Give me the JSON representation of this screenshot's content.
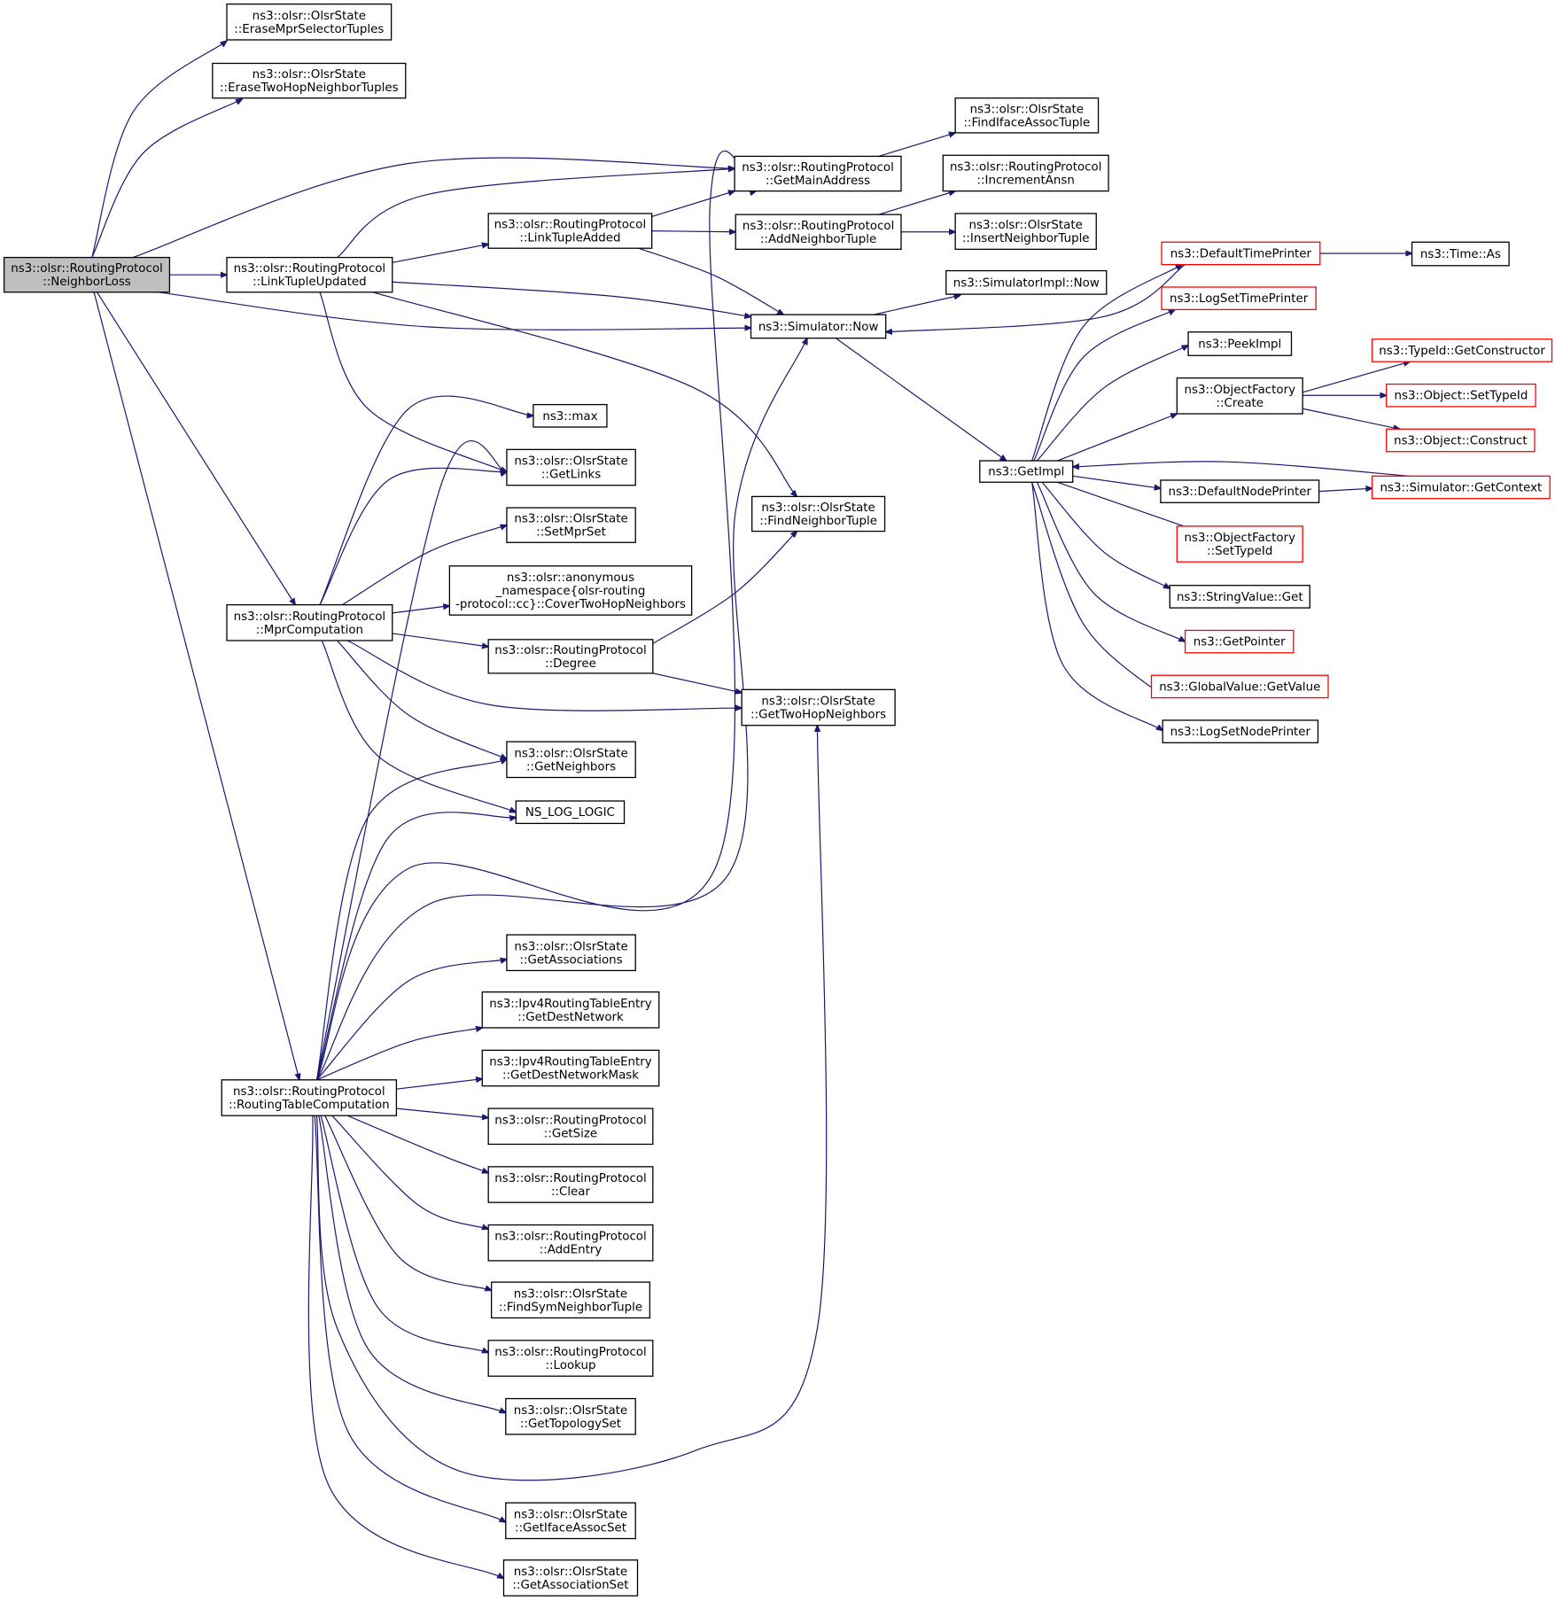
{
  "graph": {
    "type": "call-graph",
    "edge_color": "#191970",
    "root_fill": "#bfbfbf",
    "truncated_border_color": "#ff0000",
    "nodes": [
      {
        "id": "nl",
        "lines": [
          "ns3::olsr::RoutingProtocol",
          "::NeighborLoss"
        ],
        "root": true
      },
      {
        "id": "emst",
        "lines": [
          "ns3::olsr::OlsrState",
          "::EraseMprSelectorTuples"
        ]
      },
      {
        "id": "ethn",
        "lines": [
          "ns3::olsr::OlsrState",
          "::EraseTwoHopNeighborTuples"
        ]
      },
      {
        "id": "gma",
        "lines": [
          "ns3::olsr::RoutingProtocol",
          "::GetMainAddress"
        ]
      },
      {
        "id": "fiat",
        "lines": [
          "ns3::olsr::OlsrState",
          "::FindIfaceAssocTuple"
        ]
      },
      {
        "id": "ltu",
        "lines": [
          "ns3::olsr::RoutingProtocol",
          "::LinkTupleUpdated"
        ]
      },
      {
        "id": "lta",
        "lines": [
          "ns3::olsr::RoutingProtocol",
          "::LinkTupleAdded"
        ]
      },
      {
        "id": "ant",
        "lines": [
          "ns3::olsr::RoutingProtocol",
          "::AddNeighborTuple"
        ]
      },
      {
        "id": "ians",
        "lines": [
          "ns3::olsr::RoutingProtocol",
          "::IncrementAnsn"
        ]
      },
      {
        "id": "int",
        "lines": [
          "ns3::olsr::OlsrState",
          "::InsertNeighborTuple"
        ]
      },
      {
        "id": "simnow",
        "lines": [
          "ns3::Simulator::Now"
        ]
      },
      {
        "id": "siminow",
        "lines": [
          "ns3::SimulatorImpl::Now"
        ]
      },
      {
        "id": "dtp",
        "lines": [
          "ns3::DefaultTimePrinter"
        ],
        "truncated": true
      },
      {
        "id": "tas",
        "lines": [
          "ns3::Time::As"
        ]
      },
      {
        "id": "lstp",
        "lines": [
          "ns3::LogSetTimePrinter"
        ],
        "truncated": true
      },
      {
        "id": "peek",
        "lines": [
          "ns3::PeekImpl"
        ]
      },
      {
        "id": "ofc",
        "lines": [
          "ns3::ObjectFactory",
          "::Create"
        ]
      },
      {
        "id": "tgc",
        "lines": [
          "ns3::TypeId::GetConstructor"
        ],
        "truncated": true
      },
      {
        "id": "ost",
        "lines": [
          "ns3::Object::SetTypeId"
        ],
        "truncated": true
      },
      {
        "id": "oc",
        "lines": [
          "ns3::Object::Construct"
        ],
        "truncated": true
      },
      {
        "id": "gi",
        "lines": [
          "ns3::GetImpl"
        ]
      },
      {
        "id": "dnp",
        "lines": [
          "ns3::DefaultNodePrinter"
        ]
      },
      {
        "id": "sgc",
        "lines": [
          "ns3::Simulator::GetContext"
        ],
        "truncated": true
      },
      {
        "id": "ofst",
        "lines": [
          "ns3::ObjectFactory",
          "::SetTypeId"
        ],
        "truncated": true
      },
      {
        "id": "svg",
        "lines": [
          "ns3::StringValue::Get"
        ]
      },
      {
        "id": "gp",
        "lines": [
          "ns3::GetPointer"
        ],
        "truncated": true
      },
      {
        "id": "gvgv",
        "lines": [
          "ns3::GlobalValue::GetValue"
        ],
        "truncated": true
      },
      {
        "id": "lsnp",
        "lines": [
          "ns3::LogSetNodePrinter"
        ]
      },
      {
        "id": "max",
        "lines": [
          "ns3::max"
        ]
      },
      {
        "id": "gl",
        "lines": [
          "ns3::olsr::OlsrState",
          "::GetLinks"
        ]
      },
      {
        "id": "fnt",
        "lines": [
          "ns3::olsr::OlsrState",
          "::FindNeighborTuple"
        ]
      },
      {
        "id": "sms",
        "lines": [
          "ns3::olsr::OlsrState",
          "::SetMprSet"
        ]
      },
      {
        "id": "mpr",
        "lines": [
          "ns3::olsr::RoutingProtocol",
          "::MprComputation"
        ]
      },
      {
        "id": "cthn",
        "lines": [
          "ns3::olsr::anonymous",
          "_namespace{olsr-routing",
          "-protocol::cc}::CoverTwoHopNeighbors"
        ]
      },
      {
        "id": "deg",
        "lines": [
          "ns3::olsr::RoutingProtocol",
          "::Degree"
        ]
      },
      {
        "id": "gthn",
        "lines": [
          "ns3::olsr::OlsrState",
          "::GetTwoHopNeighbors"
        ]
      },
      {
        "id": "gn",
        "lines": [
          "ns3::olsr::OlsrState",
          "::GetNeighbors"
        ]
      },
      {
        "id": "nsl",
        "lines": [
          "NS_LOG_LOGIC"
        ]
      },
      {
        "id": "ga",
        "lines": [
          "ns3::olsr::OlsrState",
          "::GetAssociations"
        ]
      },
      {
        "id": "gdn",
        "lines": [
          "ns3::Ipv4RoutingTableEntry",
          "::GetDestNetwork"
        ]
      },
      {
        "id": "gdnm",
        "lines": [
          "ns3::Ipv4RoutingTableEntry",
          "::GetDestNetworkMask"
        ]
      },
      {
        "id": "rtc",
        "lines": [
          "ns3::olsr::RoutingProtocol",
          "::RoutingTableComputation"
        ]
      },
      {
        "id": "gs",
        "lines": [
          "ns3::olsr::RoutingProtocol",
          "::GetSize"
        ]
      },
      {
        "id": "clr",
        "lines": [
          "ns3::olsr::RoutingProtocol",
          "::Clear"
        ]
      },
      {
        "id": "ae",
        "lines": [
          "ns3::olsr::RoutingProtocol",
          "::AddEntry"
        ]
      },
      {
        "id": "fsnt",
        "lines": [
          "ns3::olsr::OlsrState",
          "::FindSymNeighborTuple"
        ]
      },
      {
        "id": "lkp",
        "lines": [
          "ns3::olsr::RoutingProtocol",
          "::Lookup"
        ]
      },
      {
        "id": "gts",
        "lines": [
          "ns3::olsr::OlsrState",
          "::GetTopologySet"
        ]
      },
      {
        "id": "gias",
        "lines": [
          "ns3::olsr::OlsrState",
          "::GetIfaceAssocSet"
        ]
      },
      {
        "id": "gas",
        "lines": [
          "ns3::olsr::OlsrState",
          "::GetAssociationSet"
        ]
      }
    ],
    "edges": [
      [
        "nl",
        "emst"
      ],
      [
        "nl",
        "ethn"
      ],
      [
        "nl",
        "gma"
      ],
      [
        "nl",
        "ltu"
      ],
      [
        "nl",
        "simnow"
      ],
      [
        "nl",
        "mpr"
      ],
      [
        "nl",
        "rtc"
      ],
      [
        "gma",
        "fiat"
      ],
      [
        "ltu",
        "gma"
      ],
      [
        "ltu",
        "lta"
      ],
      [
        "ltu",
        "simnow"
      ],
      [
        "ltu",
        "fnt"
      ],
      [
        "ltu",
        "gl"
      ],
      [
        "lta",
        "gma"
      ],
      [
        "lta",
        "ant"
      ],
      [
        "lta",
        "simnow"
      ],
      [
        "ant",
        "ians"
      ],
      [
        "ant",
        "int"
      ],
      [
        "simnow",
        "siminow"
      ],
      [
        "simnow",
        "gi"
      ],
      [
        "dtp",
        "tas"
      ],
      [
        "dtp",
        "simnow"
      ],
      [
        "gi",
        "dtp"
      ],
      [
        "gi",
        "lstp"
      ],
      [
        "gi",
        "peek"
      ],
      [
        "gi",
        "ofc"
      ],
      [
        "gi",
        "dnp"
      ],
      [
        "gi",
        "ofst"
      ],
      [
        "gi",
        "svg"
      ],
      [
        "gi",
        "gp"
      ],
      [
        "gi",
        "gvgv"
      ],
      [
        "gi",
        "lsnp"
      ],
      [
        "ofc",
        "tgc"
      ],
      [
        "ofc",
        "ost"
      ],
      [
        "ofc",
        "oc"
      ],
      [
        "dnp",
        "sgc"
      ],
      [
        "sgc",
        "gi"
      ],
      [
        "mpr",
        "max"
      ],
      [
        "mpr",
        "gl"
      ],
      [
        "mpr",
        "sms"
      ],
      [
        "mpr",
        "cthn"
      ],
      [
        "mpr",
        "deg"
      ],
      [
        "mpr",
        "gthn"
      ],
      [
        "mpr",
        "gn"
      ],
      [
        "mpr",
        "nsl"
      ],
      [
        "deg",
        "fnt"
      ],
      [
        "deg",
        "gthn"
      ],
      [
        "rtc",
        "gl"
      ],
      [
        "rtc",
        "gn"
      ],
      [
        "rtc",
        "nsl"
      ],
      [
        "rtc",
        "gma"
      ],
      [
        "rtc",
        "simnow"
      ],
      [
        "rtc",
        "ga"
      ],
      [
        "rtc",
        "gdn"
      ],
      [
        "rtc",
        "gdnm"
      ],
      [
        "rtc",
        "gs"
      ],
      [
        "rtc",
        "clr"
      ],
      [
        "rtc",
        "ae"
      ],
      [
        "rtc",
        "fsnt"
      ],
      [
        "rtc",
        "lkp"
      ],
      [
        "rtc",
        "gts"
      ],
      [
        "rtc",
        "gthn"
      ],
      [
        "rtc",
        "gias"
      ],
      [
        "rtc",
        "gas"
      ]
    ]
  }
}
